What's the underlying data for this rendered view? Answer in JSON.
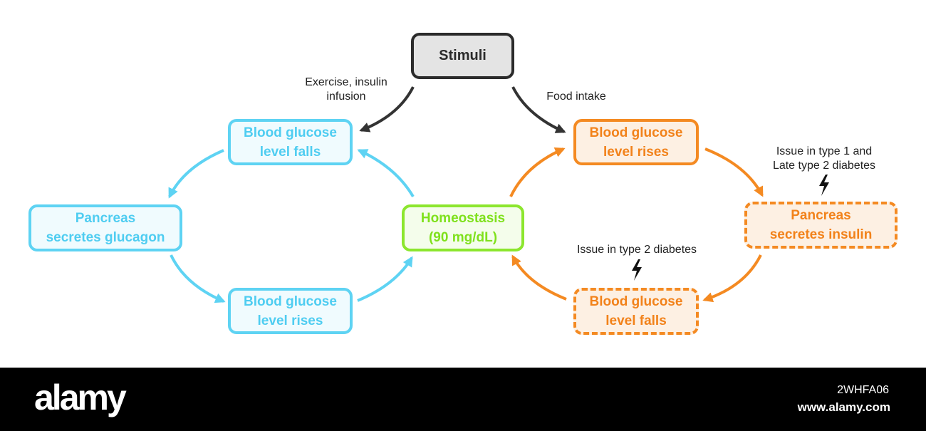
{
  "diagram": {
    "colors": {
      "blue": "#5ed3f3",
      "orange": "#f48a22",
      "green": "#8ce62e",
      "dark": "#2b2b2b"
    },
    "stimuli": "Stimuli",
    "homeostasis": "Homeostasis\n(90 mg/dL)",
    "left_loop": {
      "top": "Blood glucose\nlevel falls",
      "middle": "Pancreas\nsecretes glucagon",
      "bottom": "Blood glucose\nlevel rises"
    },
    "right_loop": {
      "top": "Blood glucose\nlevel rises",
      "middle": "Pancreas\nsecretes insulin",
      "bottom": "Blood glucose\nlevel falls"
    },
    "labels": {
      "exercise": "Exercise, insulin\ninfusion",
      "food": "Food intake",
      "issue_insulin": "Issue in type 1 and\nLate type 2 diabetes",
      "issue_type2": "Issue in type 2 diabetes"
    },
    "icons": {
      "issue_marker": "lightning-bolt-icon"
    }
  },
  "watermark": {
    "brand": "alamy",
    "image_id": "2WHFA06",
    "url": "www.alamy.com"
  }
}
